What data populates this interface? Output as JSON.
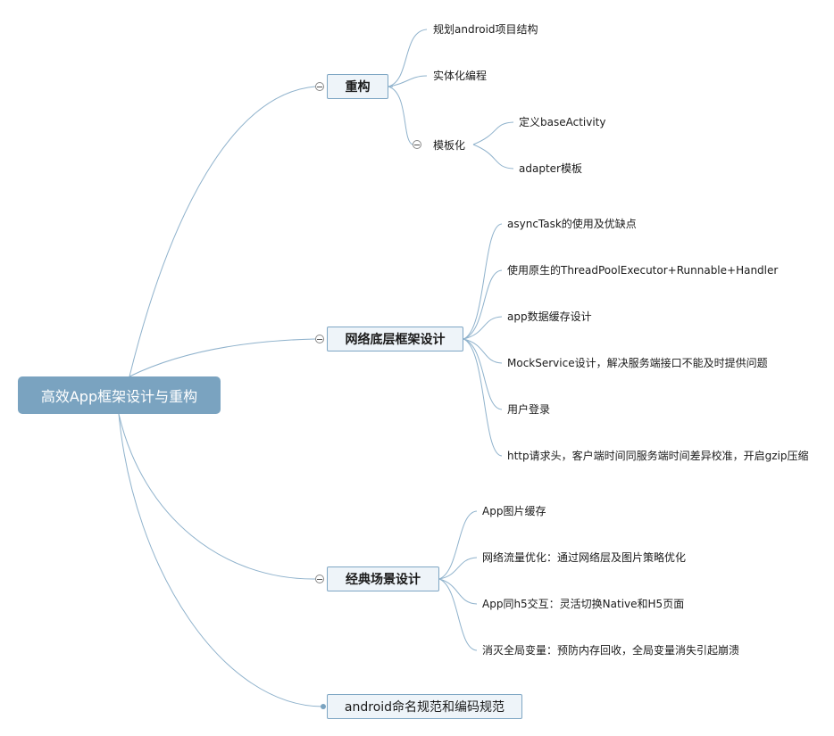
{
  "root": {
    "label": "高效App框架设计与重构"
  },
  "branches": {
    "refactor": {
      "label": "重构",
      "items": {
        "structure": "规划android项目结构",
        "instance": "实体化编程",
        "template": {
          "label": "模板化",
          "items": {
            "base_activity": "定义baseActivity",
            "adapter": "adapter模板"
          }
        }
      }
    },
    "network": {
      "label": "网络底层框架设计",
      "items": {
        "asynctask": "asyncTask的使用及优缺点",
        "threadpool": "使用原生的ThreadPoolExecutor+Runnable+Handler",
        "cache": "app数据缓存设计",
        "mock": "MockService设计，解决服务端接口不能及时提供问题",
        "login": "用户登录",
        "http": "http请求头，客户端时间同服务端时间差异校准，开启gzip压缩"
      }
    },
    "scenario": {
      "label": "经典场景设计",
      "items": {
        "image_cache": "App图片缓存",
        "traffic": "网络流量优化：通过网络层及图片策略优化",
        "h5": "App同h5交互：灵活切换Native和H5页面",
        "global": "消灭全局变量：预防内存回收，全局变量消失引起崩溃"
      }
    },
    "naming": {
      "label": "android命名规范和编码规范"
    }
  }
}
